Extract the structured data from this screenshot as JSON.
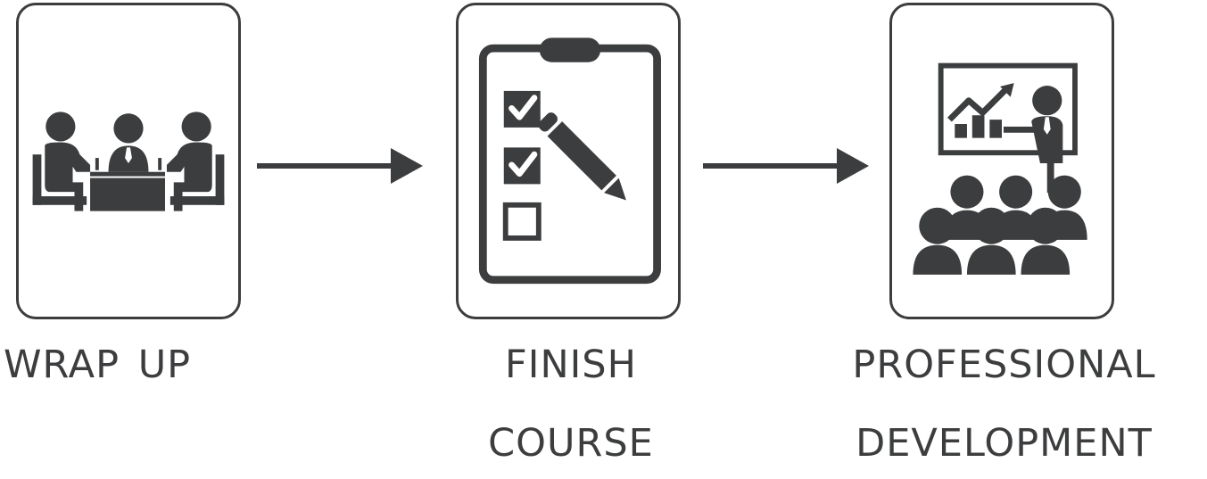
{
  "steps": [
    {
      "label_lines": [
        "Wrap Up"
      ],
      "icon": "meeting-icon"
    },
    {
      "label_lines": [
        "Finish",
        "Course"
      ],
      "icon": "checklist-icon"
    },
    {
      "label_lines": [
        "Professional",
        "Development"
      ],
      "icon": "presentation-icon"
    }
  ],
  "connectors": [
    "arrow-right-icon",
    "arrow-right-icon"
  ],
  "colors": {
    "stroke": "#3c3d3e",
    "fill": "#3c3d3e",
    "background": "#ffffff"
  }
}
